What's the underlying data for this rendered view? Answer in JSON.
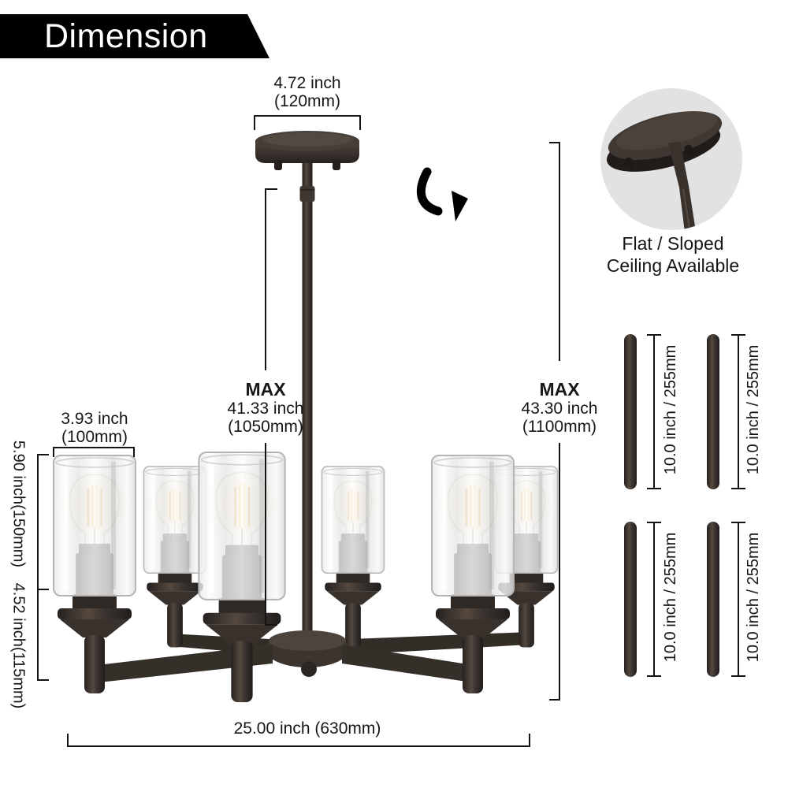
{
  "banner": {
    "title": "Dimension"
  },
  "dims": {
    "canopy_width_in": "4.72 inch",
    "canopy_width_mm": "(120mm)",
    "hang_max_label": "MAX",
    "hang_max_in": "41.33 inch",
    "hang_max_mm": "(1050mm)",
    "total_max_label": "MAX",
    "total_max_in": "43.30 inch",
    "total_max_mm": "(1100mm)",
    "shade_width_in": "3.93 inch",
    "shade_width_mm": "(100mm)",
    "shade_height": "5.90 inch(150mm)",
    "holder_height": "4.52 inch(115mm)",
    "fixture_width": "25.00 inch (630mm)"
  },
  "inset": {
    "caption_line1": "Flat / Sloped",
    "caption_line2": "Ceiling Available"
  },
  "rods": [
    {
      "label": "10.0 inch / 255mm"
    },
    {
      "label": "10.0 inch / 255mm"
    },
    {
      "label": "10.0 inch / 255mm"
    },
    {
      "label": "10.0 inch / 255mm"
    }
  ],
  "colors": {
    "banner_bg": "#000000",
    "banner_text": "#ffffff",
    "dimension_line": "#141414",
    "metal_dark": "#2b2521",
    "metal_mid": "#4a413a",
    "glass_edge": "#b5b5b5",
    "bulb_glow": "#f5bc55",
    "inset_bg": "#e2e2e2",
    "background": "#ffffff"
  }
}
